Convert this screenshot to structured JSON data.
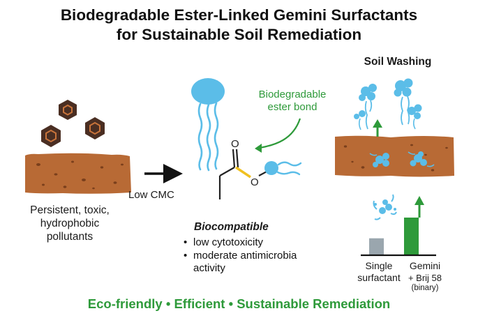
{
  "title": {
    "line1": "Biodegradable Ester-Linked Gemini Surfactants",
    "line2": "for Sustainable Soil Remediation"
  },
  "pollutants": {
    "caption_lines": [
      "Persistent, toxic,",
      "hydrophobic",
      "pollutants"
    ]
  },
  "low_cmc_label": "Low CMC",
  "molecule": {
    "oxygen_label_top": "O",
    "oxygen_label_ester": "O",
    "ester_label_lines": [
      "Biodegradable",
      "ester bond"
    ]
  },
  "biocompatible": {
    "heading": "Biocompatible",
    "bullets": [
      "low cytotoxicity",
      "moderate antimicrobia"
    ],
    "bullet_continuation": "activity"
  },
  "soil_washing": {
    "heading": "Soil Washing",
    "bars": [
      {
        "label_lines": [
          "Single",
          "surfactant"
        ],
        "relative_efficiency": 0.45
      },
      {
        "label_lines": [
          "Gemini",
          "+ Brij 58",
          "(binary)"
        ],
        "relative_efficiency": 1.0
      }
    ]
  },
  "footer": "Eco-friendly • Efficient • Sustainable Remediation",
  "colors": {
    "soil": "#b86a35",
    "soil_speck": "#7a3f1c",
    "surfactant_blue": "#5bbde8",
    "accent_green": "#2e9a3a",
    "gray_bar": "#9aa6ae",
    "pollutant_dark": "#4a2e22"
  }
}
